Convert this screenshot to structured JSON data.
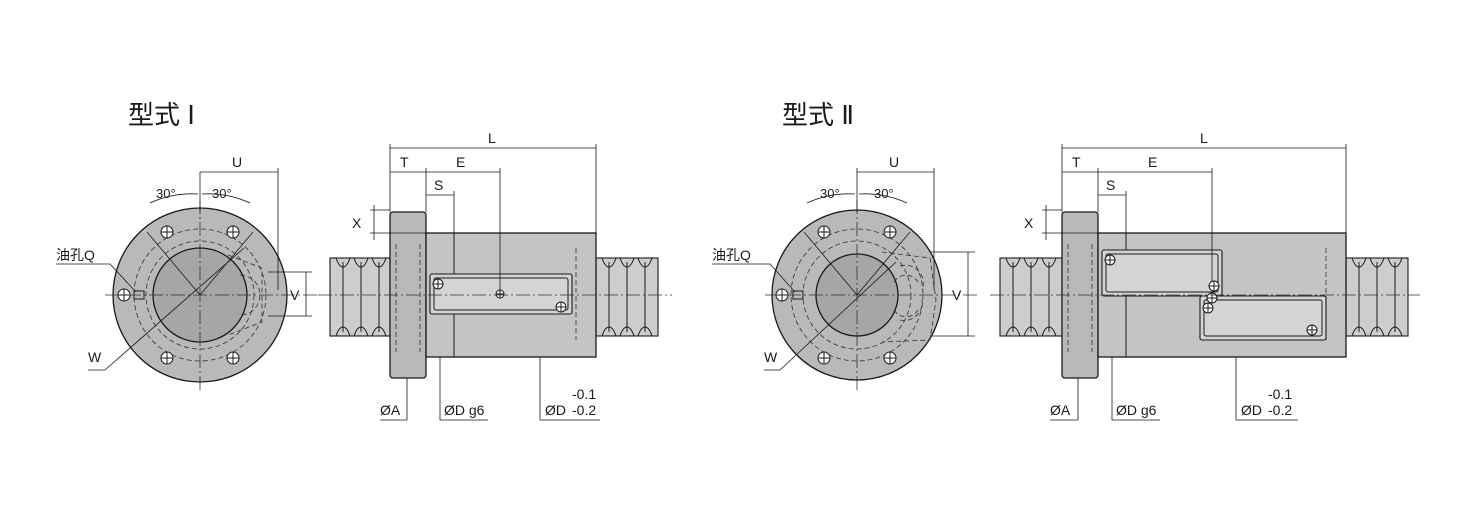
{
  "type_1": {
    "title": "型式 Ⅰ",
    "labels": {
      "u": "U",
      "angle_left": "30°",
      "angle_right": "30°",
      "oil_hole": "油孔Q",
      "w": "W",
      "v": "V",
      "x": "X",
      "l": "L",
      "t": "T",
      "e": "E",
      "s": "S",
      "dia_a": "ØA",
      "dia_d_g6": "ØD g6",
      "dia_d": "ØD",
      "tol_upper": "-0.1",
      "tol_lower": "-0.2"
    }
  },
  "type_2": {
    "title": "型式 Ⅱ",
    "labels": {
      "u": "U",
      "angle_left": "30°",
      "angle_right": "30°",
      "oil_hole": "油孔Q",
      "w": "W",
      "v": "V",
      "x": "X",
      "l": "L",
      "t": "T",
      "e": "E",
      "s": "S",
      "dia_a": "ØA",
      "dia_d_g6": "ØD g6",
      "dia_d": "ØD",
      "tol_upper": "-0.1",
      "tol_lower": "-0.2"
    }
  }
}
